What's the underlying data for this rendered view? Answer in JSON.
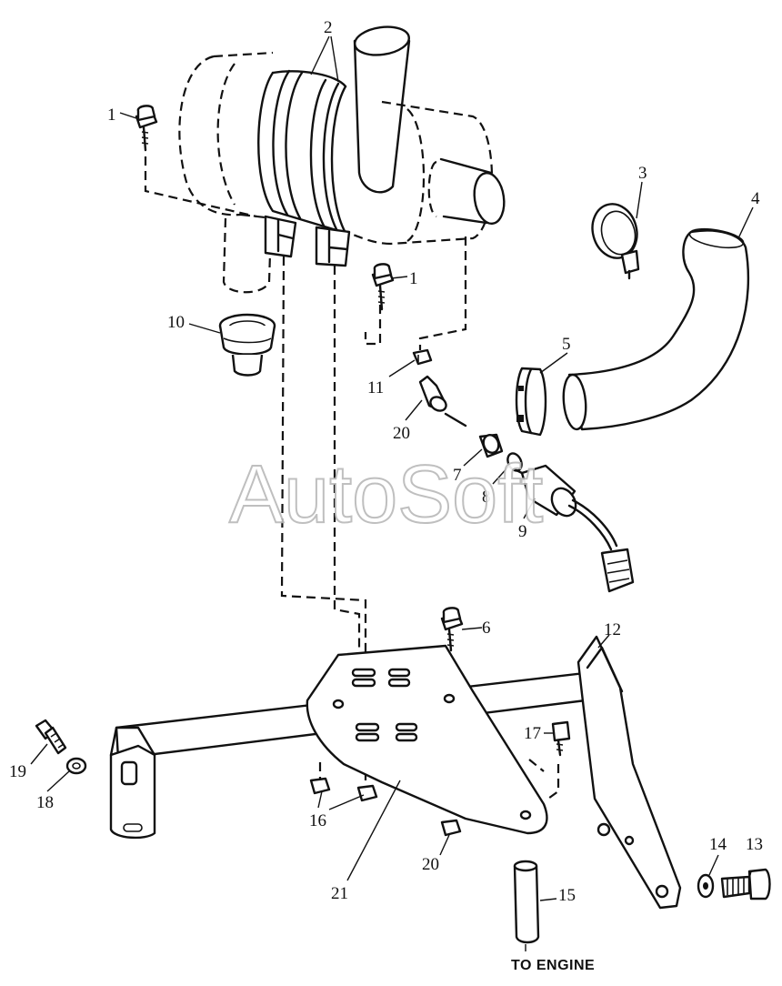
{
  "watermark": "AutoSoft",
  "caption": "TO ENGINE",
  "callouts": {
    "c1a": "1",
    "c1b": "1",
    "c2": "2",
    "c3": "3",
    "c4": "4",
    "c5": "5",
    "c6": "6",
    "c7": "7",
    "c8": "8",
    "c9": "9",
    "c10": "10",
    "c11": "11",
    "c12": "12",
    "c13": "13",
    "c14": "14",
    "c15": "15",
    "c16": "16",
    "c17": "17",
    "c18": "18",
    "c19": "19",
    "c20a": "20",
    "c20b": "20",
    "c21": "21"
  }
}
